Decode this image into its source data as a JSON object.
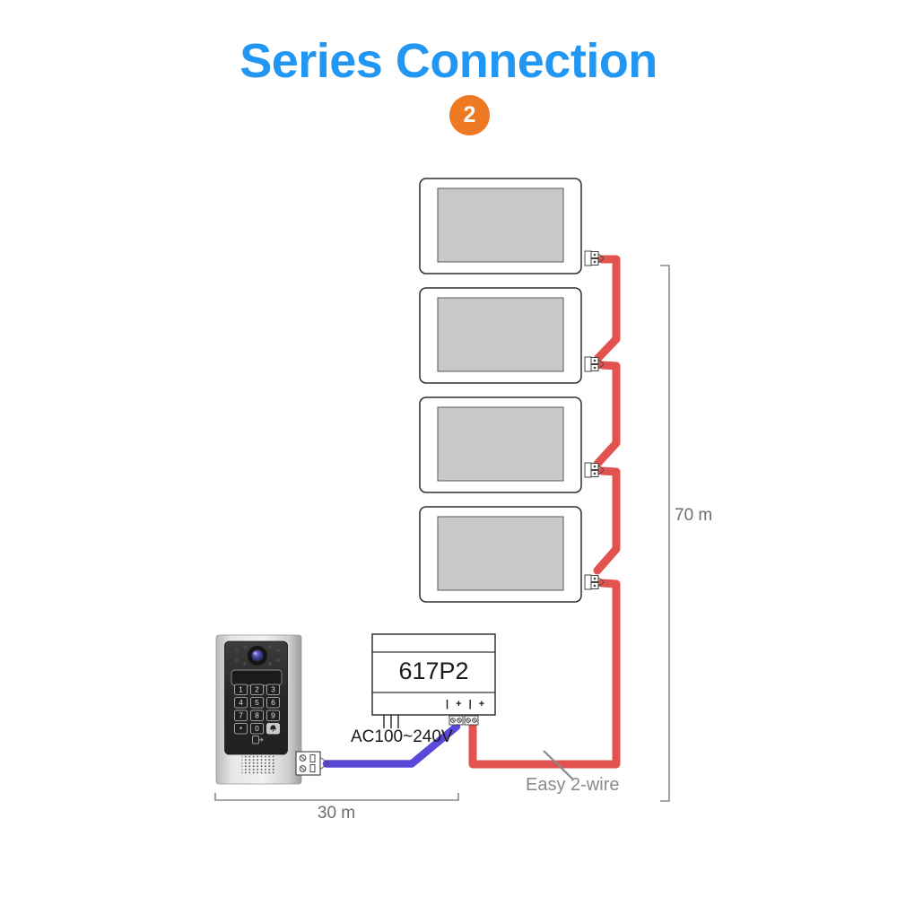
{
  "header": {
    "title": "Series Connection",
    "title_color": "#2196F3",
    "step_badge": "2",
    "badge_color": "#ED7A23"
  },
  "diagram": {
    "monitor_count": 4,
    "colors": {
      "wire_red": "#E2524E",
      "wire_purple": "#5A48D8",
      "screen_fill": "#C9C9C9"
    },
    "power_supply": {
      "model": "617P2",
      "ac_label": "AC100~240V",
      "terminal_marks": "| + | +"
    },
    "door_station": {
      "keypad": [
        "1",
        "2",
        "3",
        "4",
        "5",
        "6",
        "7",
        "8",
        "9",
        "*",
        "0"
      ],
      "bell_key": "bell"
    },
    "notes": {
      "wire_note": "Easy 2-wire"
    },
    "dimensions": {
      "vertical": "70 m",
      "horizontal": "30 m"
    }
  }
}
